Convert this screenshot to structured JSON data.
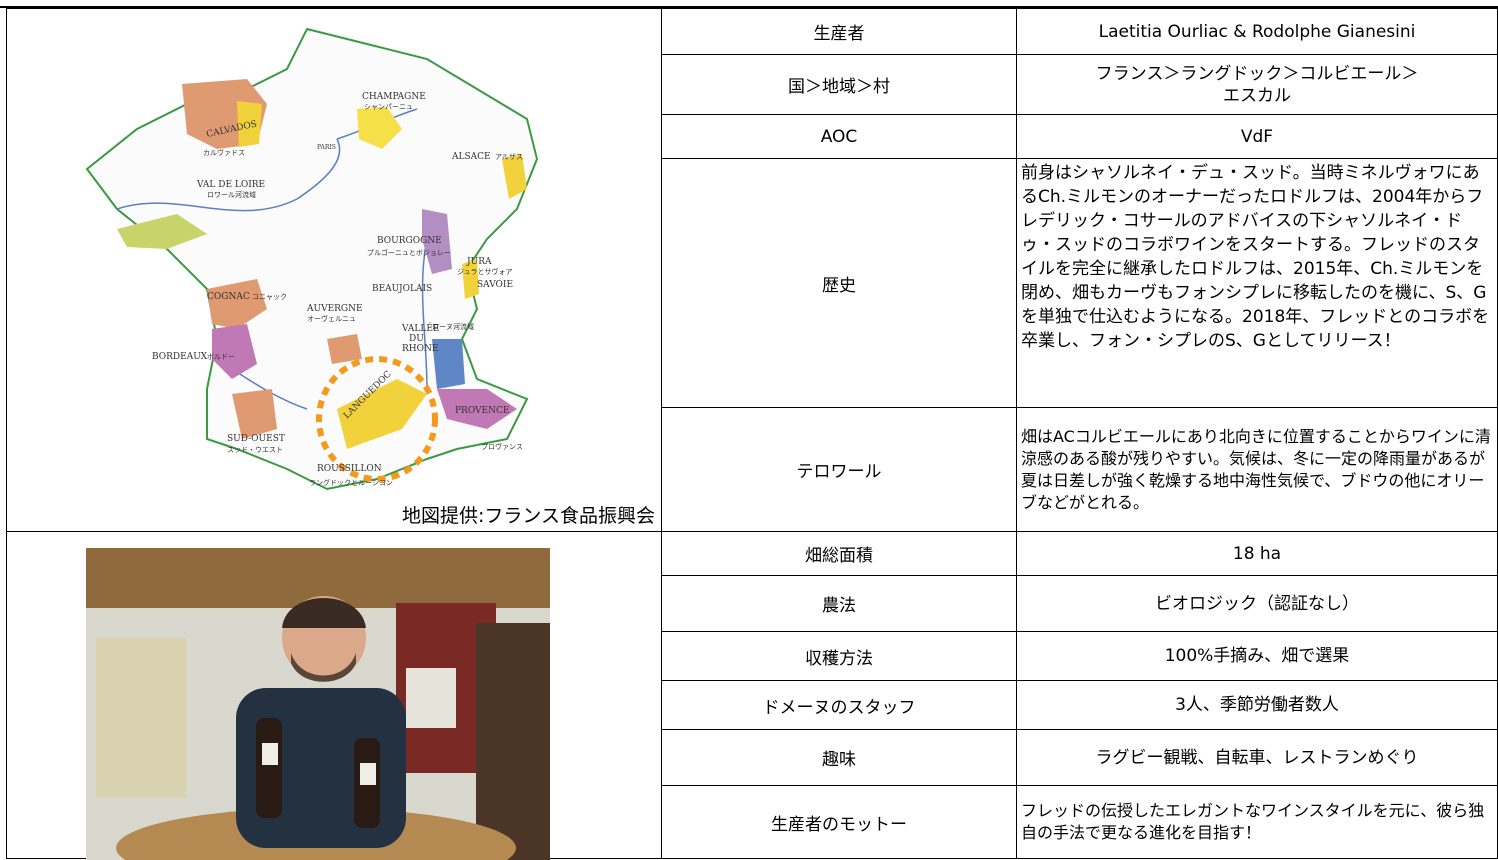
{
  "map": {
    "caption": "地図提供:フランス食品振興会",
    "regions": {
      "calvados": "CALVADOS",
      "calvados_jp": "カルヴァドス",
      "champagne": "CHAMPAGNE",
      "champagne_jp": "シャンパーニュ",
      "paris": "PARIS",
      "alsace": "ALSACE",
      "alsace_jp": "アルザス",
      "loire": "VAL  DE  LOIRE",
      "loire_jp": "ロワール河流域",
      "bourgogne": "BOURGOGNE",
      "bourgogne_jp": "ブルゴーニュとボジョレー",
      "jura": "JURA",
      "jura_jp": "ジュラとサヴォア",
      "savoie": "SAVOIE",
      "beaujolais": "BEAUJOLAIS",
      "cognac": "COGNAC",
      "cognac_jp": "コニャック",
      "auvergne": "AUVERGNE",
      "auvergne_jp": "オーヴェルニュ",
      "rhone1": "VALLÉE",
      "rhone2": "DU",
      "rhone3": "RHONE",
      "rhone_jp": "ローヌ河流域",
      "bordeaux": "BORDEAUX",
      "bordeaux_jp": "ボルドー",
      "languedoc": "LANGUEDOC",
      "provence": "PROVENCE",
      "provence_jp": "プロヴァンス",
      "sudouest": "SUD-OUEST",
      "sudouest_jp": "スッド・ウエスト",
      "roussillon": "ROUSSILLON",
      "roussillon_jp": "ラングドックとルーシヨン"
    }
  },
  "rows": [
    {
      "label": "生産者",
      "value": "Laetitia Ourliac & Rodolphe Gianesini"
    },
    {
      "label": "国＞地域＞村",
      "value": "フランス＞ラングドック＞コルビエール＞\nエスカル"
    },
    {
      "label": "AOC",
      "value": "VdF"
    },
    {
      "label": "歴史",
      "value": "前身はシャソルネイ・デュ・スッド。当時ミネルヴォワにあるCh.ミルモンのオーナーだったロドルフは、2004年からフレデリック・コサールのアドバイスの下シャソルネイ・ドゥ・スッドのコラボワインをスタートする。フレッドのスタイルを完全に継承したロドルフは、2015年、Ch.ミルモンを閉め、畑もカーヴもフォンシプレに移転したのを機に、S、Gを単独で仕込むようになる。2018年、フレッドとのコラボを卒業し、フォン・シプレのS、Gとしてリリース！"
    },
    {
      "label": "テロワール",
      "value": "畑はACコルビエールにあり北向きに位置することからワインに清涼感のある酸が残りやすい。気候は、冬に一定の降雨量があるが夏は日差しが強く乾燥する地中海性気候で、ブドウの他にオリーブなどがとれる。"
    },
    {
      "label": "畑総面積",
      "value": "18 ha"
    },
    {
      "label": "農法",
      "value": "ビオロジック（認証なし）"
    },
    {
      "label": "収穫方法",
      "value": "100%手摘み、畑で選果"
    },
    {
      "label": "ドメーヌのスタッフ",
      "value": "3人、季節労働者数人"
    },
    {
      "label": "趣味",
      "value": "ラグビー観戦、自転車、レストランめぐり"
    },
    {
      "label": "生産者のモットー",
      "value": "フレッドの伝授したエレガントなワインスタイルを元に、彼ら独自の手法で更なる進化を目指す！"
    }
  ]
}
